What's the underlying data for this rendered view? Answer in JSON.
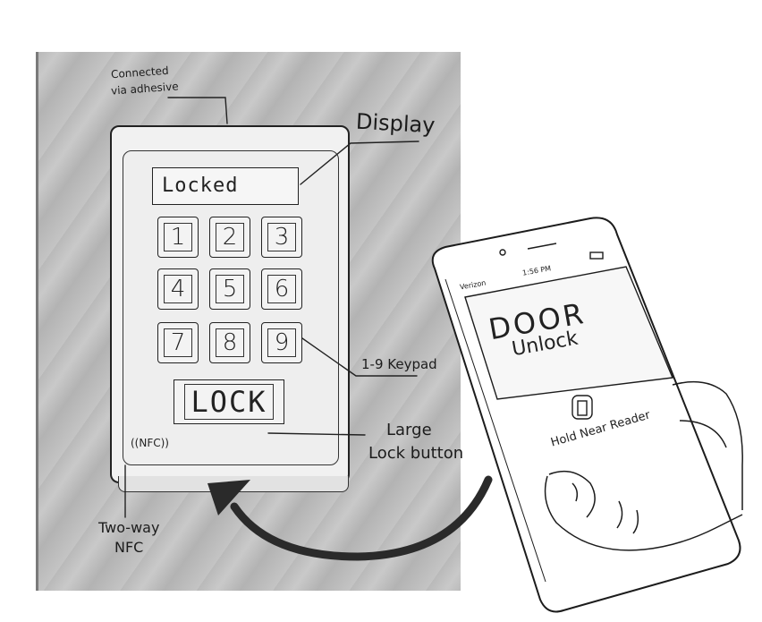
{
  "labels": {
    "adhesive_line1": "Connected",
    "adhesive_line2": "via adhesive",
    "display_label": "Display",
    "keypad_label": "1-9 Keypad",
    "lock_button_line1": "Large",
    "lock_button_line2": "Lock button",
    "nfc_line1": "Two-way",
    "nfc_line2": "NFC"
  },
  "keypad": {
    "display_text": "Locked",
    "keys": [
      "1",
      "2",
      "3",
      "4",
      "5",
      "6",
      "7",
      "8",
      "9"
    ],
    "lock_label": "LOCK",
    "nfc_badge": "((NFC))"
  },
  "phone": {
    "carrier": "Verizon",
    "time": "1:56 PM",
    "screen_line1": "DOOR",
    "screen_line2": "Unlock",
    "hint": "Hold Near Reader"
  },
  "colors": {
    "ink": "#1c1c1c",
    "wall": "#bdbdbd",
    "arrow": "#2a2a2a"
  }
}
